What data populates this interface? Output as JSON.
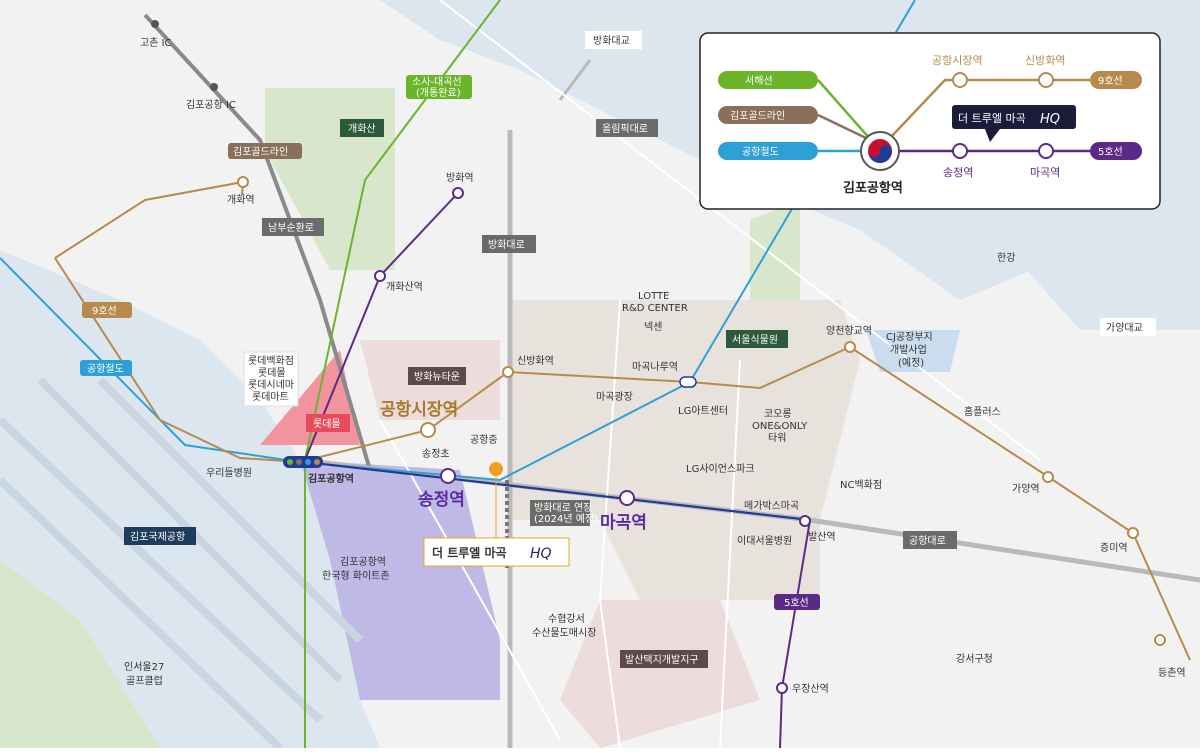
{
  "map": {
    "line_colors": {
      "line9": "#b78a4c",
      "line5": "#5b2a86",
      "airport": "#2f9fd8",
      "seohae": "#6bb52a",
      "gimpo_gold": "#8a6f5a",
      "dark_road": "#6b6b6b"
    },
    "legend": {
      "seohae": "서해선",
      "gimpo_gold": "김포골드라인",
      "airport_rail": "공항철도",
      "hub_station": "김포공항역",
      "line9": "9호선",
      "line5": "5호선",
      "sta_airport_market": "공항시장역",
      "sta_sinbanghwa": "신방화역",
      "sta_songjeong": "송정역",
      "sta_magok": "마곡역",
      "callout_text": "더 트루엘 마곡",
      "logo": "HQ"
    },
    "roads": {
      "gochon_ic": "고촌 IC",
      "gimpo_airport_ic": "김포공항 IC",
      "banghwa_bridge": "방화대교",
      "olympic_road": "올림픽대로",
      "nambu_ring": "남부순환로",
      "banghwa_road": "방화대로",
      "airport_road": "공항대로",
      "gayang_bridge": "가양대교",
      "han_river": "한강",
      "extension": "방화대로 연장",
      "extension_year": "(2024년 예정)"
    },
    "places": {
      "gaehwasan": "개화산",
      "banghwa_newtown": "방화뉴타운",
      "seoul_botanic": "서울식물원",
      "lotte_line1": "LOTTE",
      "lotte_line2": "R&D CENTER",
      "nexen": "넥센",
      "magok_square": "마곡광장",
      "lg_artcenter": "LG아트센터",
      "kolon_l1": "코오롱",
      "kolon_l2": "ONE&ONLY",
      "kolon_l3": "타워",
      "lg_science": "LG사이언스파크",
      "nc_dept": "NC백화점",
      "megabox": "메가박스마곡",
      "ewha_hosp": "이대서울병원",
      "homeplus": "홈플러스",
      "cj_l1": "CJ공장부지",
      "cj_l2": "개발사업",
      "cj_l3": "(예정)",
      "lotte_l1": "롯데백화점",
      "lotte_l2": "롯데몰",
      "lotte_l3": "롯데시네마",
      "lotte_l4": "롯데마트",
      "lottemall": "롯데몰",
      "uridul": "우리들병원",
      "gimpo_intl": "김포국제공항",
      "white_l1": "김포공항역",
      "white_l2": "한국형 화이트존",
      "golf_l1": "인서울27",
      "golf_l2": "골프클럽",
      "fish_l1": "수협강서",
      "fish_l2": "수산물도매시장",
      "balsan_dev": "발산택지개발지구",
      "gangseo_office": "강서구청",
      "songjeong_school": "송정초",
      "gonghang_mid": "공항중",
      "soshae_l1": "소사-대곡선",
      "soshae_l2": "(개통완료)"
    },
    "stations": {
      "gaehwa": "개화역",
      "banghwa": "방화역",
      "gaehwasan_st": "개화산역",
      "sinbanghwa": "신방화역",
      "magoknaru": "마곡나루역",
      "yangcheon": "양천향교역",
      "gayang": "가양역",
      "jeungmi": "증미역",
      "deungchon": "등촌역",
      "balsan": "발산역",
      "ujangsan": "우장산역",
      "gimpo_airport": "김포공항역",
      "airport_market_big": "공항시장역",
      "songjeong_big": "송정역",
      "magok_big": "마곡역"
    },
    "line_tags": {
      "gimpo_gold": "김포골드라인",
      "line9": "9호선",
      "airport_rail": "공항철도",
      "line5": "5호선"
    },
    "site": {
      "name": "더 트루엘 마곡",
      "logo": "HQ"
    }
  }
}
